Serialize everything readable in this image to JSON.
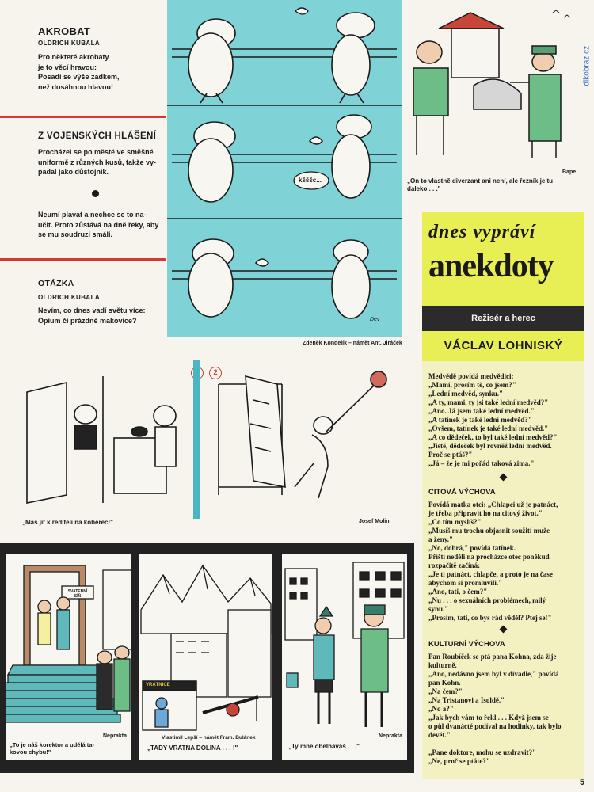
{
  "watermark": "dikobraz.cz",
  "page_number": "5",
  "akrobat": {
    "title": "AKROBAT",
    "author": "OLDRICH KUBALA",
    "text_lines": [
      "Pro některé akrobaty",
      "je to věcí hravou:",
      "Posadí se výše zadkem,",
      "než dosáhnou hlavou!"
    ]
  },
  "vojensky": {
    "title": "Z VOJENSKÝCH HLÁŠENÍ",
    "text1_lines": [
      "Procházel se po městě ve směšné",
      "uniformě z různých kusů, takže vy-",
      "padal jako důstojník."
    ],
    "text2_lines": [
      "Neumí plavat a nechce se to na-",
      "učit. Proto zůstává na dně řeky, aby",
      "se mu soudruzi smáli."
    ]
  },
  "otazka": {
    "title": "OTÁZKA",
    "author": "OLDRICH KUBALA",
    "text_lines": [
      "Nevím, co dnes vadí světu více:",
      "Opium či prázdné makovice?"
    ]
  },
  "cyan_comic": {
    "bubble": "kšššc...",
    "credit": "Zdeněk Kondelík – námět Ant. Jiráček",
    "signature": "Dev"
  },
  "diverzant": {
    "credit": "Bape",
    "caption_lines": [
      "„On to vlastně diverzant ani není, ale řezník je tu",
      "daleko . . .\""
    ]
  },
  "koberec": {
    "num1": "1",
    "num2": "2",
    "caption": "„Máš jít k řediteli na koberec!\"",
    "credit": "Josef Molin"
  },
  "bottom": {
    "sign": [
      "SVATEBNÍ",
      "SÍŇ"
    ],
    "credit1": "Neprakta",
    "caption1_lines": [
      "„To je náš korektor a udělá ta-",
      "kovou chybu!\""
    ],
    "kiosk": "VRÁTNICE",
    "credit2": "Vlastimil Lepší – námět Fram. Bulánek",
    "caption2": "„TADY VRATNA DOLINA . . . !\"",
    "credit3": "Neprakta",
    "caption3": "„Ty mne obelháváš . . .\""
  },
  "anekdoty": {
    "head1": "dnes vypráví",
    "head2": "anekdoty",
    "subtitle": "Režisér a herec",
    "name": "VÁCLAV LOHNISKÝ",
    "story1": [
      "Medvědě povídá medvědici:",
      "„Mami, prosím tě, co jsem?\"",
      "„Lední medvěd, synku.\"",
      "„A ty, mami, ty jsi také lední medvěd?\"",
      "„Ano. Já jsem také lední medvěd.\"",
      "„A tatínek je také lední medvěd?\"",
      "„Ovšem, tatínek je také lední medvěd.\"",
      "„A co dědeček, to byl také lední medvěd?\"",
      "„Jistě, dědeček byl rovněž lední medvěd.",
      "Proč se ptáš?\"",
      "„Já – že je mi pořád taková zima.\""
    ],
    "section2": "CITOVÁ VÝCHOVA",
    "story2": [
      "Povídá matka otci: „Chlapci už je patnáct,",
      "je třeba připravit ho na citový život.\"",
      "„Co tím myslíš?\"",
      "„Musíš mu trochu objasnit soužití muže",
      "a ženy.\"",
      "„No, dobrá,\" povídá tatínek.",
      "Příští neděli na procházce otec poněkud",
      "rozpačitě začíná:",
      "„Je ti patnáct, chlapče, a proto je na čase",
      "abychom si promluvili.\"",
      "„Ano, tati, o čem?\"",
      "„Nu . . . o sexuálních problémech, milý",
      "synu.\"",
      "„Prosím, tati, co bys rád věděl? Ptej se!\""
    ],
    "section3": "KULTURNÍ VÝCHOVA",
    "story3": [
      "Pan Roubíček se ptá pana Kohna, zda žije",
      "kulturně.",
      "„Ano, nedávno jsem byl v divadle,\" povídá",
      "pan Kohn.",
      "„Na čem?\"",
      "„Na Tristanovi a Isoldě.\"",
      "„No a?\"",
      "„Jak bych vám to řekl . . . Když jsem se",
      "o půl dvanácté podíval na hodinky, tak bylo",
      "devět.\""
    ],
    "story4": [
      "„Pane doktore, mohu se uzdravit?\"",
      "„Ne, proč se ptáte?\""
    ]
  }
}
